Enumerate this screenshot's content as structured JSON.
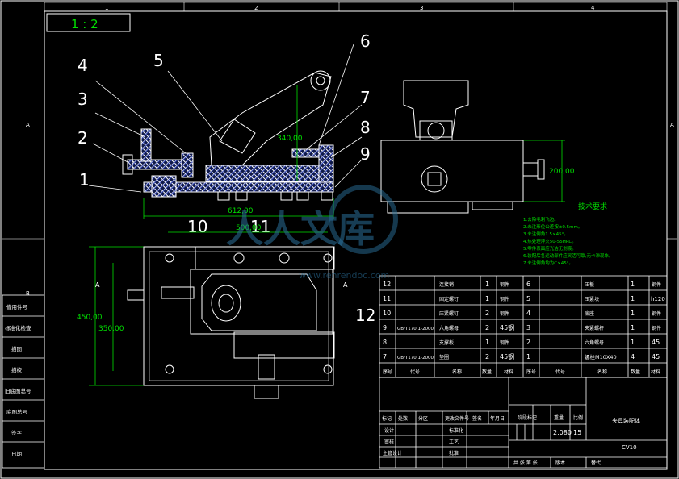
{
  "scale": "1 : 2",
  "zone_numbers_top": [
    "1",
    "2",
    "3",
    "4"
  ],
  "zone_letters_side": [
    "A",
    "A",
    "B"
  ],
  "callouts": [
    "1",
    "2",
    "3",
    "4",
    "5",
    "6",
    "7",
    "8",
    "9",
    "10",
    "11",
    "12"
  ],
  "dims": {
    "d340": "340,00",
    "d612": "612,00",
    "d500": "500,00",
    "d200": "200,00",
    "d450": "450,00",
    "d350": "350,00"
  },
  "section_marks": [
    "A",
    "A"
  ],
  "tech_title": "技术要求",
  "tech_lines": [
    "1.去除毛刺飞边。",
    "2.未注形位公差按±0.5mm。",
    "3.未注倒角1.5×45°。",
    "4.热处理淬火50-55HRC。",
    "5.零件表面应光洁无划痕。",
    "6.装配后各运动部件应灵活可靠,无卡滞现象。",
    "7.未注倒角均为C×45°。"
  ],
  "left_panel": [
    "借用件号",
    "标准化检查",
    "描图",
    "描校",
    "旧底图总号",
    "底图总号",
    "签字",
    "日期"
  ],
  "bom_rows_left": [
    {
      "no": "12",
      "code": "",
      "name": "连接销",
      "qty": "1",
      "mat": "钢件"
    },
    {
      "no": "11",
      "code": "",
      "name": "固定螺钉",
      "qty": "1",
      "mat": "钢件"
    },
    {
      "no": "10",
      "code": "",
      "name": "压紧螺钉",
      "qty": "2",
      "mat": "钢件"
    },
    {
      "no": "9",
      "code": "GB/T170.1-2000",
      "name": "六角螺母",
      "qty": "2",
      "mat": "45钢"
    },
    {
      "no": "8",
      "code": "",
      "name": "支撑板",
      "qty": "1",
      "mat": "钢件"
    },
    {
      "no": "7",
      "code": "GB/T170.1-2000",
      "name": "垫圈",
      "qty": "2",
      "mat": "45钢"
    }
  ],
  "bom_rows_right": [
    {
      "no": "6",
      "code": "",
      "name": "压板",
      "qty": "1",
      "mat": "钢件"
    },
    {
      "no": "5",
      "code": "",
      "name": "压紧块",
      "qty": "1",
      "mat": "h120"
    },
    {
      "no": "4",
      "code": "",
      "name": "底座",
      "qty": "1",
      "mat": "钢件"
    },
    {
      "no": "3",
      "code": "",
      "name": "夹紧螺杆",
      "qty": "1",
      "mat": "钢件"
    },
    {
      "no": "2",
      "code": "",
      "name": "六角螺母",
      "qty": "1",
      "mat": "45"
    },
    {
      "no": "1",
      "code": "",
      "name": "螺栓M10X40",
      "qty": "4",
      "mat": "45"
    }
  ],
  "bom_header": {
    "no": "序号",
    "code": "代号",
    "name": "名称",
    "qty": "数量",
    "mat": "材料"
  },
  "title_block": {
    "rev_row": [
      "标记",
      "处数",
      "分区",
      "更改文件号",
      "签名",
      "年月日"
    ],
    "designer": "设计",
    "drawer": "审核",
    "checker": "工艺",
    "standard": "标准化",
    "approve": "批准",
    "main_design": "主管设计",
    "stage_label": "阶段标记",
    "weight_label": "重量",
    "ratio_label": "比例",
    "weight": "2.080",
    "ratio": "15",
    "part_name": "夹具装配体",
    "part_code": "CV10",
    "sheet": "共 张 第 张",
    "material_note": "版本",
    "replace": "替代"
  },
  "watermark": {
    "brand": "人人文库",
    "url": "www.renrendoc.com"
  }
}
